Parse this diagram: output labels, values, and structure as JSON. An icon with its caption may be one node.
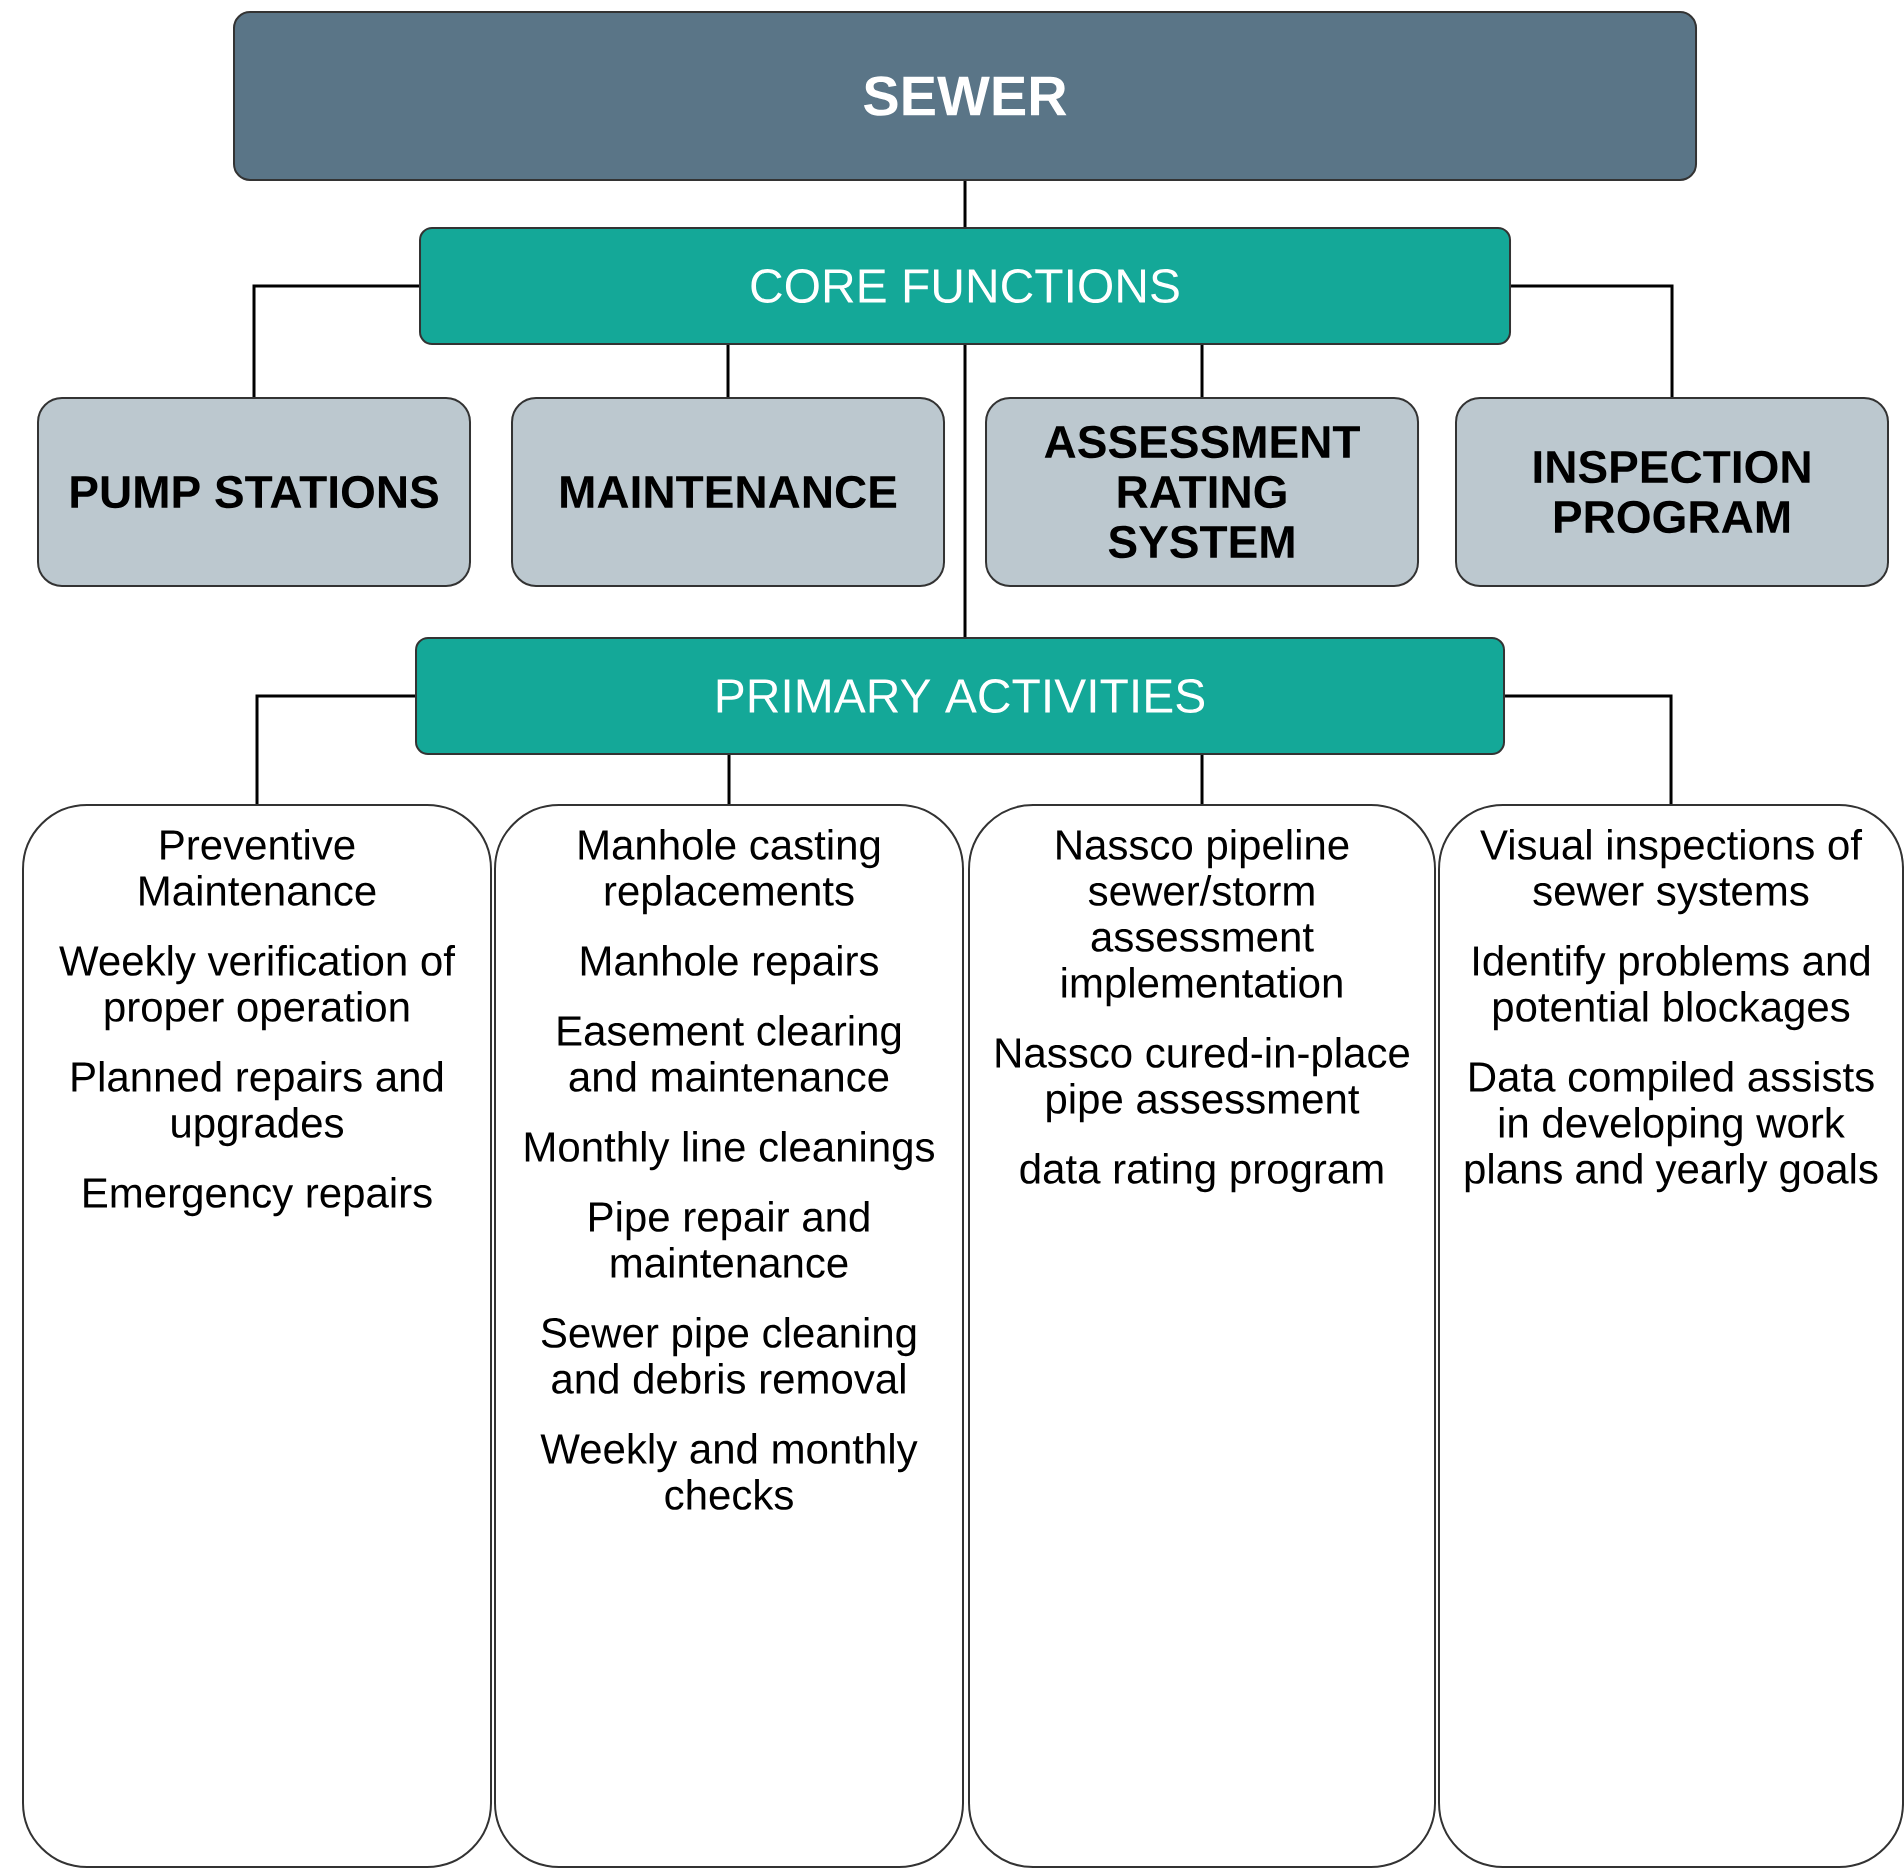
{
  "diagram": {
    "nodes": [
      {
        "text": [
          "SEWER"
        ]
      },
      {
        "text": [
          "CORE FUNCTIONS"
        ]
      },
      {
        "text": [
          "PUMP STATIONS"
        ]
      },
      {
        "text": [
          "MAINTENANCE"
        ]
      },
      {
        "text": [
          "ASSESSMENT RATING SYSTEM"
        ]
      },
      {
        "text": [
          "INSPECTION PROGRAM"
        ]
      },
      {
        "text": [
          "PRIMARY ACTIVITIES"
        ]
      },
      {
        "text": [
          "Preventive Maintenance",
          "Weekly verification of proper operation",
          "Planned repairs and upgrades",
          "Emergency repairs"
        ]
      },
      {
        "text": [
          "Manhole casting replacements",
          "Manhole repairs",
          "Easement clearing and maintenance",
          "Monthly line cleanings",
          "Pipe repair and maintenance",
          "Sewer pipe cleaning and debris removal",
          "Weekly and monthly checks"
        ]
      },
      {
        "text": [
          "Nassco pipeline sewer/storm assessment implementation",
          "Nassco cured-in-place pipe assessment",
          "data rating program"
        ]
      },
      {
        "text": [
          "Visual inspections of sewer systems",
          "Identify problems and potential blockages",
          "Data compiled assists in developing work plans and yearly goals"
        ]
      }
    ],
    "edges": [
      {
        "from": 0,
        "to": 1,
        "arrow": "none"
      },
      {
        "from": 1,
        "to": 2,
        "arrow": "none"
      },
      {
        "from": 1,
        "to": 3,
        "arrow": "none"
      },
      {
        "from": 1,
        "to": 4,
        "arrow": "none"
      },
      {
        "from": 1,
        "to": 5,
        "arrow": "none"
      },
      {
        "from": 1,
        "to": 6,
        "arrow": "none"
      },
      {
        "from": 6,
        "to": 7,
        "arrow": "none"
      },
      {
        "from": 6,
        "to": 8,
        "arrow": "none"
      },
      {
        "from": 6,
        "to": 9,
        "arrow": "none"
      },
      {
        "from": 6,
        "to": 10,
        "arrow": "none"
      }
    ]
  }
}
